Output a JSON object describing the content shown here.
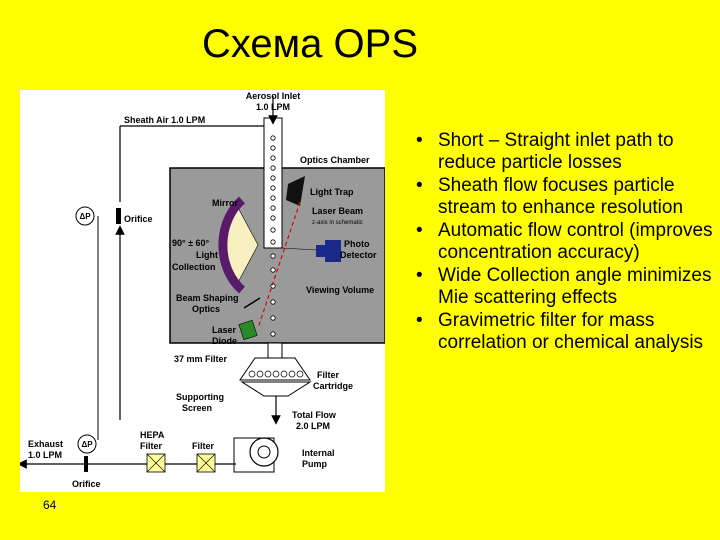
{
  "slide": {
    "title": "Схема OPS",
    "page_number": "64",
    "bullets": [
      "Short – Straight inlet path to reduce particle losses",
      "Sheath flow focuses particle stream to enhance resolution",
      "Automatic flow control (improves concentration accuracy)",
      "Wide Collection angle minimizes Mie scattering effects",
      "Gravimetric filter for mass correlation or chemical analysis"
    ],
    "bullet_glyph": "•"
  },
  "diagram": {
    "labels": {
      "aerosol_inlet_1": "Aerosol Inlet",
      "aerosol_inlet_2": "1.0 LPM",
      "sheath_air": "Sheath Air 1.0 LPM",
      "optics_chamber": "Optics Chamber",
      "light_trap": "Light Trap",
      "mirror": "Mirror",
      "laser_beam": "Laser Beam",
      "z_axis": "z-axis in schematic",
      "photo_1": "Photo",
      "photo_2": "Detector",
      "angle_1": "90° ± 60°",
      "angle_2": "Light",
      "angle_3": "Collection",
      "viewing_volume": "Viewing Volume",
      "beam_shaping_1": "Beam Shaping",
      "beam_shaping_2": "Optics",
      "laser_diode_1": "Laser",
      "laser_diode_2": "Diode",
      "filter_37mm": "37 mm Filter",
      "filter_cartridge_1": "Filter",
      "filter_cartridge_2": "Cartridge",
      "supporting_1": "Supporting",
      "supporting_2": "Screen",
      "total_flow_1": "Total Flow",
      "total_flow_2": "2.0 LPM",
      "orifice_top": "Orifice",
      "orifice_bottom": "Orifice",
      "delta_p_top": "ΔP",
      "delta_p_bottom": "ΔP",
      "exhaust_1": "Exhaust",
      "exhaust_2": "1.0 LPM",
      "hepa_1": "HEPA",
      "hepa_2": "Filter",
      "filter": "Filter",
      "pump_1": "Internal",
      "pump_2": "Pump"
    },
    "colors": {
      "slide_bg": "#ffff00",
      "chamber": "#9a9a9a",
      "mirror": "#5a1a6a",
      "laser_beam": "#e00000",
      "detector": "#1a2a8a",
      "laser_diode": "#2a8a2a",
      "filter_box": "#ffff99",
      "flow_pipe": "#d8d8d8"
    }
  }
}
